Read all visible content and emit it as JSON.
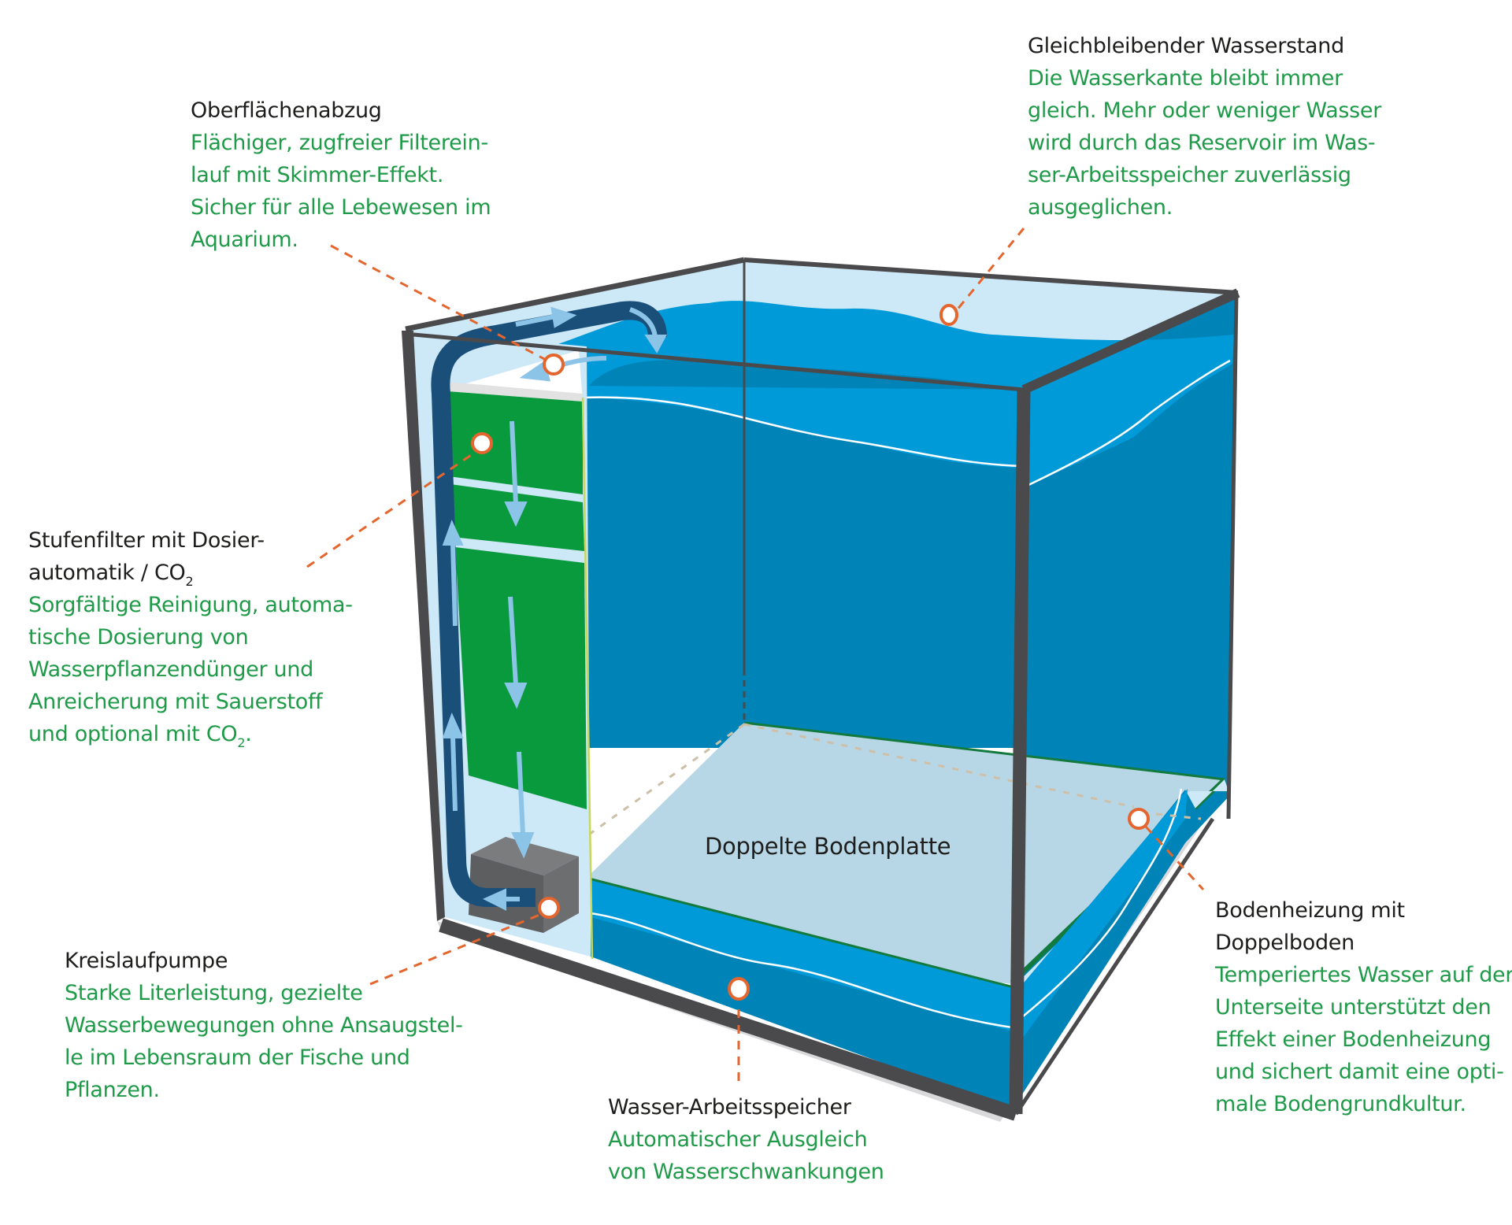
{
  "colors": {
    "frame": "#4a4a4c",
    "glass_light": "#cde8f6",
    "water_surface": "#009ad9",
    "water_deep": "#0083b7",
    "floor_plate": "#b8d7e6",
    "filter_green": "#0a9a3e",
    "pipe_dark": "#1a4f7a",
    "flow_arrow": "#8cc4e8",
    "pump_grey": "#6d6e70",
    "callout_orange": "#e4662e",
    "title_text": "#1d1d1b",
    "desc_text": "#1f9a48"
  },
  "labels": {
    "floor_plate": "Doppelte Bodenplatte"
  },
  "callouts": {
    "oberflaeche": {
      "title": "Oberflächenabzug",
      "lines": [
        "Flächiger, zugfreier Filterein-",
        "lauf mit Skimmer-Effekt.",
        "Sicher für alle Lebewesen im",
        "Aquarium."
      ]
    },
    "wasserstand": {
      "title": "Gleichbleibender Wasserstand",
      "lines": [
        "Die Wasserkante bleibt immer",
        "gleich. Mehr oder weniger Wasser",
        "wird  durch das Reservoir im Was-",
        "ser-Arbeitsspeicher zuverlässig",
        "ausgeglichen."
      ]
    },
    "stufenfilter": {
      "title_line1": "Stufenfilter mit Dosier-",
      "title_line2": "automatik / CO",
      "title_sub": "2",
      "lines": [
        "Sorgfältige Reinigung, automa-",
        "tische Dosierung von",
        "Wasserpflanzendünger und",
        "Anreicherung mit Sauerstoff"
      ],
      "last_line": "und optional mit CO",
      "last_sub": "2",
      "last_suffix": "."
    },
    "pumpe": {
      "title": "Kreislaufpumpe",
      "lines": [
        "Starke Literleistung, gezielte",
        "Wasserbewegungen ohne Ansaugstel-",
        "le im Lebensraum der Fische und",
        "Pflanzen."
      ]
    },
    "speicher": {
      "title": "Wasser-Arbeitsspeicher",
      "lines": [
        "Automatischer Ausgleich",
        "von Wasserschwankungen"
      ]
    },
    "bodenheizung": {
      "title_line1": "Bodenheizung mit",
      "title_line2": "Doppelboden",
      "lines": [
        "Temperiertes Wasser auf der",
        "Unterseite unterstützt den",
        "Effekt einer Bodenheizung",
        "und sichert damit eine opti-",
        "male Bodengrundkultur."
      ]
    }
  }
}
